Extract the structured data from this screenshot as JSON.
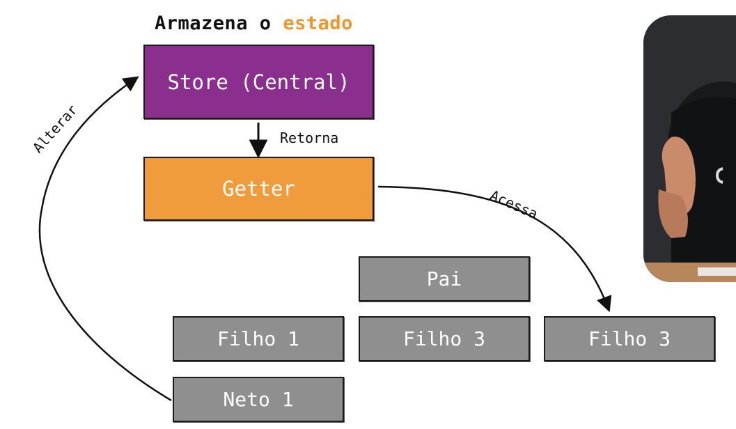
{
  "title": {
    "prefix": "Armazena o ",
    "accent": "estado",
    "accent_color": "#f0962f"
  },
  "nodes": {
    "store": "Store (Central)",
    "getter": "Getter",
    "pai": "Pai",
    "filho1": "Filho 1",
    "filho3_middle": "Filho 3",
    "filho3_right": "Filho 3",
    "neto1": "Neto 1"
  },
  "edges": {
    "retorna": "Retorna",
    "acessa": "Acessa",
    "alterar": "Alterar"
  },
  "colors": {
    "store": "#8b2f8e",
    "getter": "#f09b3c",
    "component": "#8f8f8f"
  }
}
